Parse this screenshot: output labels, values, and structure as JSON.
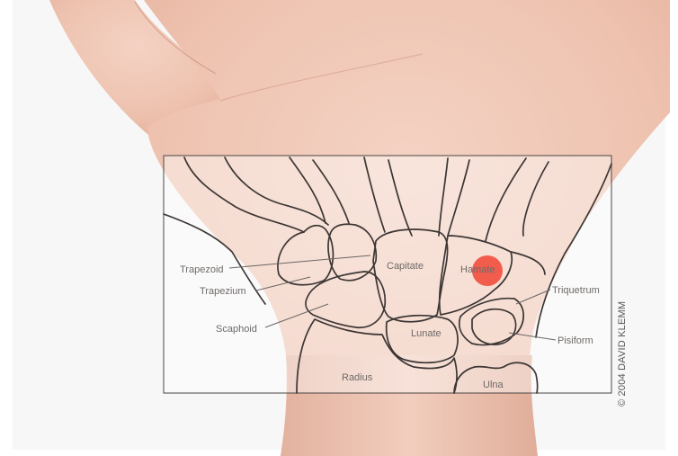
{
  "bones": [
    {
      "id": "trapezoid",
      "label": "Trapezoid"
    },
    {
      "id": "trapezium",
      "label": "Trapezium"
    },
    {
      "id": "scaphoid",
      "label": "Scaphoid"
    },
    {
      "id": "capitate",
      "label": "Capitate"
    },
    {
      "id": "hamate",
      "label": "Hamate",
      "highlighted": true
    },
    {
      "id": "lunate",
      "label": "Lunate"
    },
    {
      "id": "triquetrum",
      "label": "Triquetrum"
    },
    {
      "id": "pisiform",
      "label": "Pisiform"
    },
    {
      "id": "radius",
      "label": "Radius"
    },
    {
      "id": "ulna",
      "label": "Ulna"
    }
  ],
  "highlight_color": "#f04a3a",
  "credit": "© 2004  DAVID KLEMM"
}
